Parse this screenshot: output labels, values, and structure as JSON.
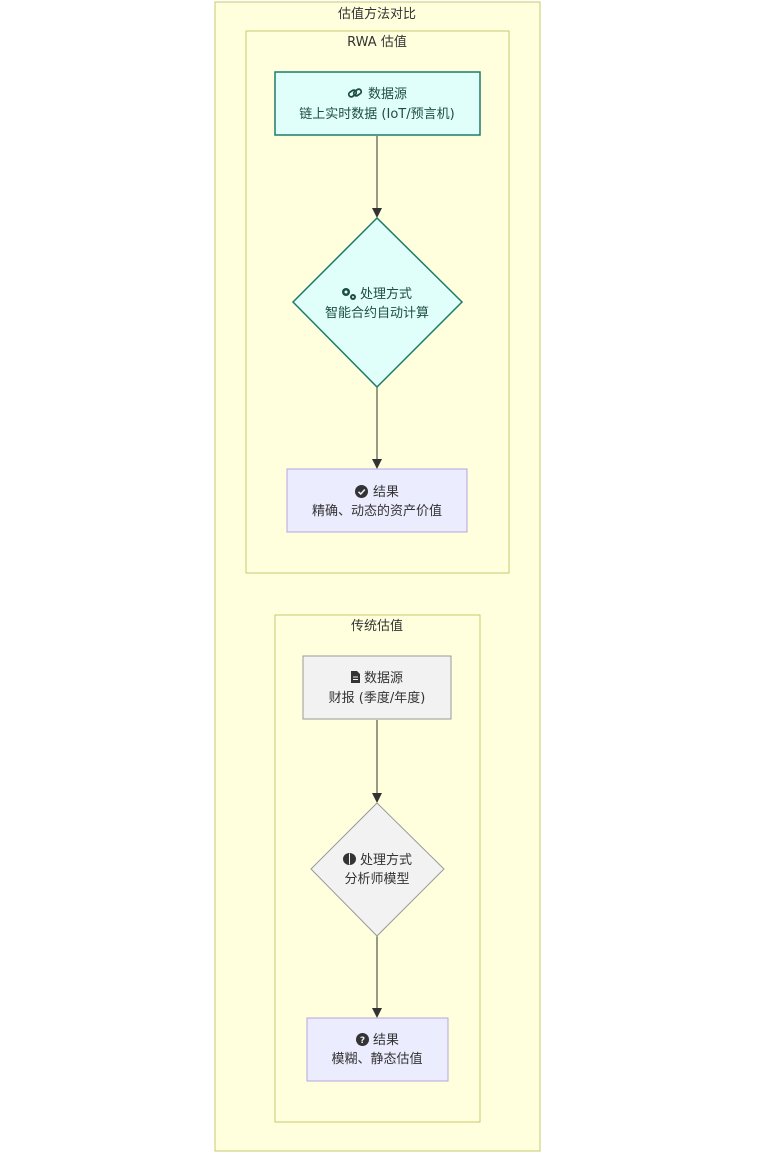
{
  "outer": {
    "title": "估值方法对比"
  },
  "rwa": {
    "title": "RWA 估值",
    "source": {
      "icon": "link-icon",
      "heading": "数据源",
      "detail": "链上实时数据 (IoT/预言机)"
    },
    "process": {
      "icon": "gears-icon",
      "heading": "处理方式",
      "detail": "智能合约自动计算"
    },
    "result": {
      "icon": "check-circle-icon",
      "heading": "结果",
      "detail": "精确、动态的资产价值"
    }
  },
  "traditional": {
    "title": "传统估值",
    "source": {
      "icon": "file-icon",
      "heading": "数据源",
      "detail": "财报 (季度/年度)"
    },
    "process": {
      "icon": "brain-icon",
      "heading": "处理方式",
      "detail": "分析师模型"
    },
    "result": {
      "icon": "question-circle-icon",
      "heading": "结果",
      "detail": "模糊、静态估值"
    }
  },
  "colors": {
    "cluster_fill": "#ffffde",
    "cluster_stroke": "#c9c96f",
    "rwa_fill": "#e0fffa",
    "rwa_stroke": "#1e7b6b",
    "trad_fill": "#f2f2f2",
    "trad_stroke": "#999999",
    "result_fill": "#ececff",
    "result_stroke": "#b3a4e0",
    "edge": "#333333"
  }
}
